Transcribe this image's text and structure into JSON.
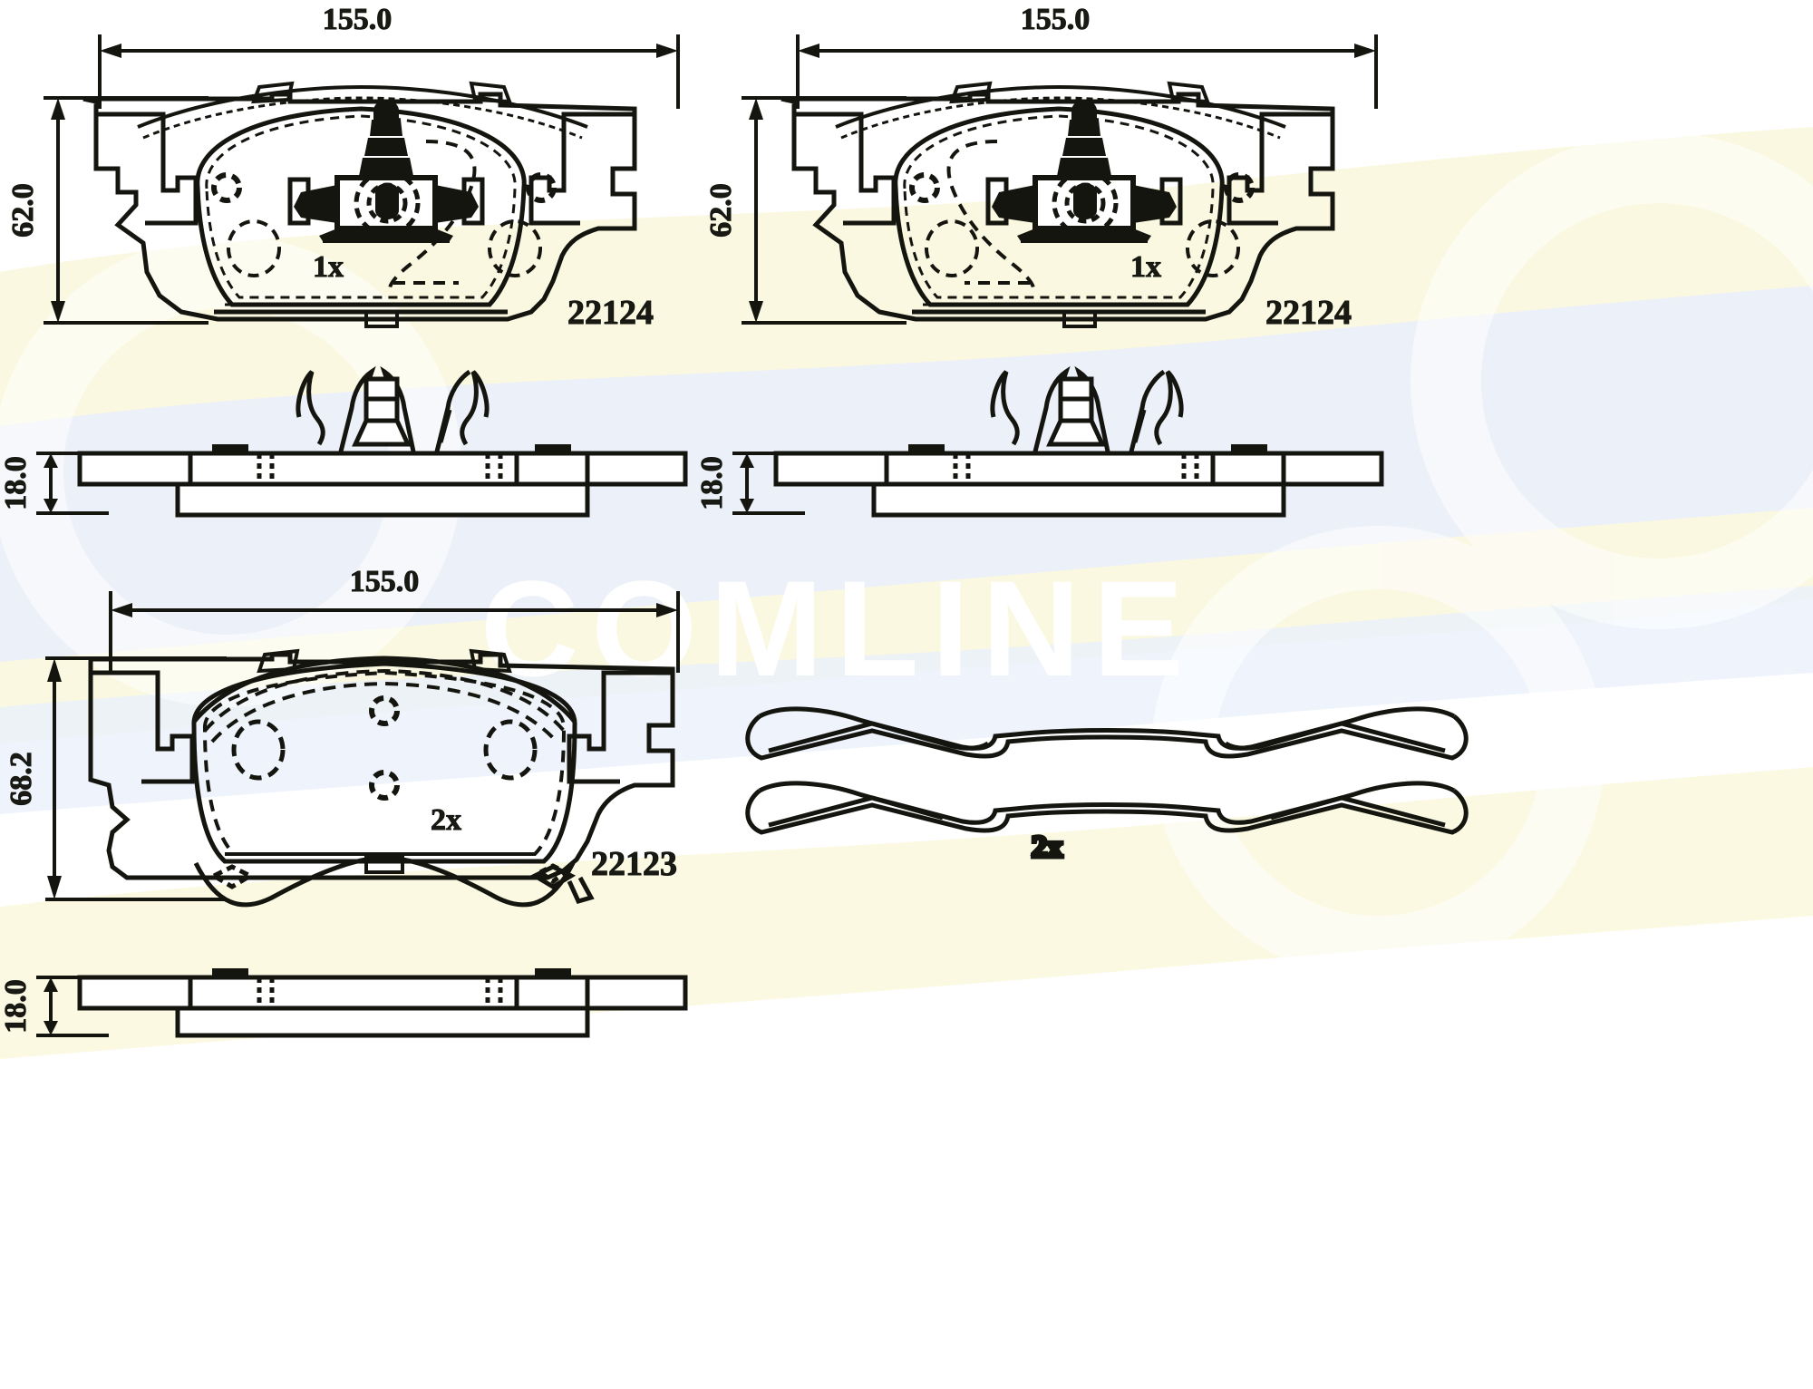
{
  "document": {
    "type": "technical-drawing",
    "subject": "Brake pad set engineering drawing",
    "background_color": "#ffffff",
    "line_color": "#151510"
  },
  "watermark": {
    "text": "COMLINE",
    "swoosh_colors": [
      "#fbf8e0",
      "#eaf0fb",
      "#f7f4d8"
    ]
  },
  "views": [
    {
      "id": "pad-front-left",
      "name": "front-pad-left-face-view",
      "width_label": "155.0",
      "height_label": "62.0",
      "quantity_label": "1x",
      "part_number": "22124"
    },
    {
      "id": "pad-front-right",
      "name": "front-pad-right-face-view",
      "width_label": "155.0",
      "height_label": "62.0",
      "quantity_label": "1x",
      "part_number": "22124"
    },
    {
      "id": "pad-side-left",
      "name": "front-pad-left-side-view",
      "thickness_label": "18.0"
    },
    {
      "id": "pad-side-right",
      "name": "front-pad-right-side-view",
      "thickness_label": "18.0"
    },
    {
      "id": "pad-rear",
      "name": "rear-pad-face-view",
      "width_label": "155.0",
      "height_label": "68.2",
      "quantity_label": "2x",
      "part_number": "22123"
    },
    {
      "id": "pad-rear-side",
      "name": "rear-pad-side-view",
      "thickness_label": "18.0"
    },
    {
      "id": "spring-clips",
      "name": "retaining-spring-clips-view",
      "quantity_label": "2x"
    }
  ],
  "labels": {
    "width_top_left": "155.0",
    "width_top_right": "155.0",
    "height_top_left": "62.0",
    "height_top_right": "62.0",
    "thickness_mid_left": "18.0",
    "thickness_mid_right": "18.0",
    "width_bottom": "155.0",
    "height_bottom": "68.2",
    "thickness_bottom": "18.0",
    "qty_top_left": "1x",
    "qty_top_right": "1x",
    "qty_bottom_pad": "2x",
    "qty_clips": "2x",
    "part_top_left": "22124",
    "part_top_right": "22124",
    "part_bottom": "22123"
  }
}
